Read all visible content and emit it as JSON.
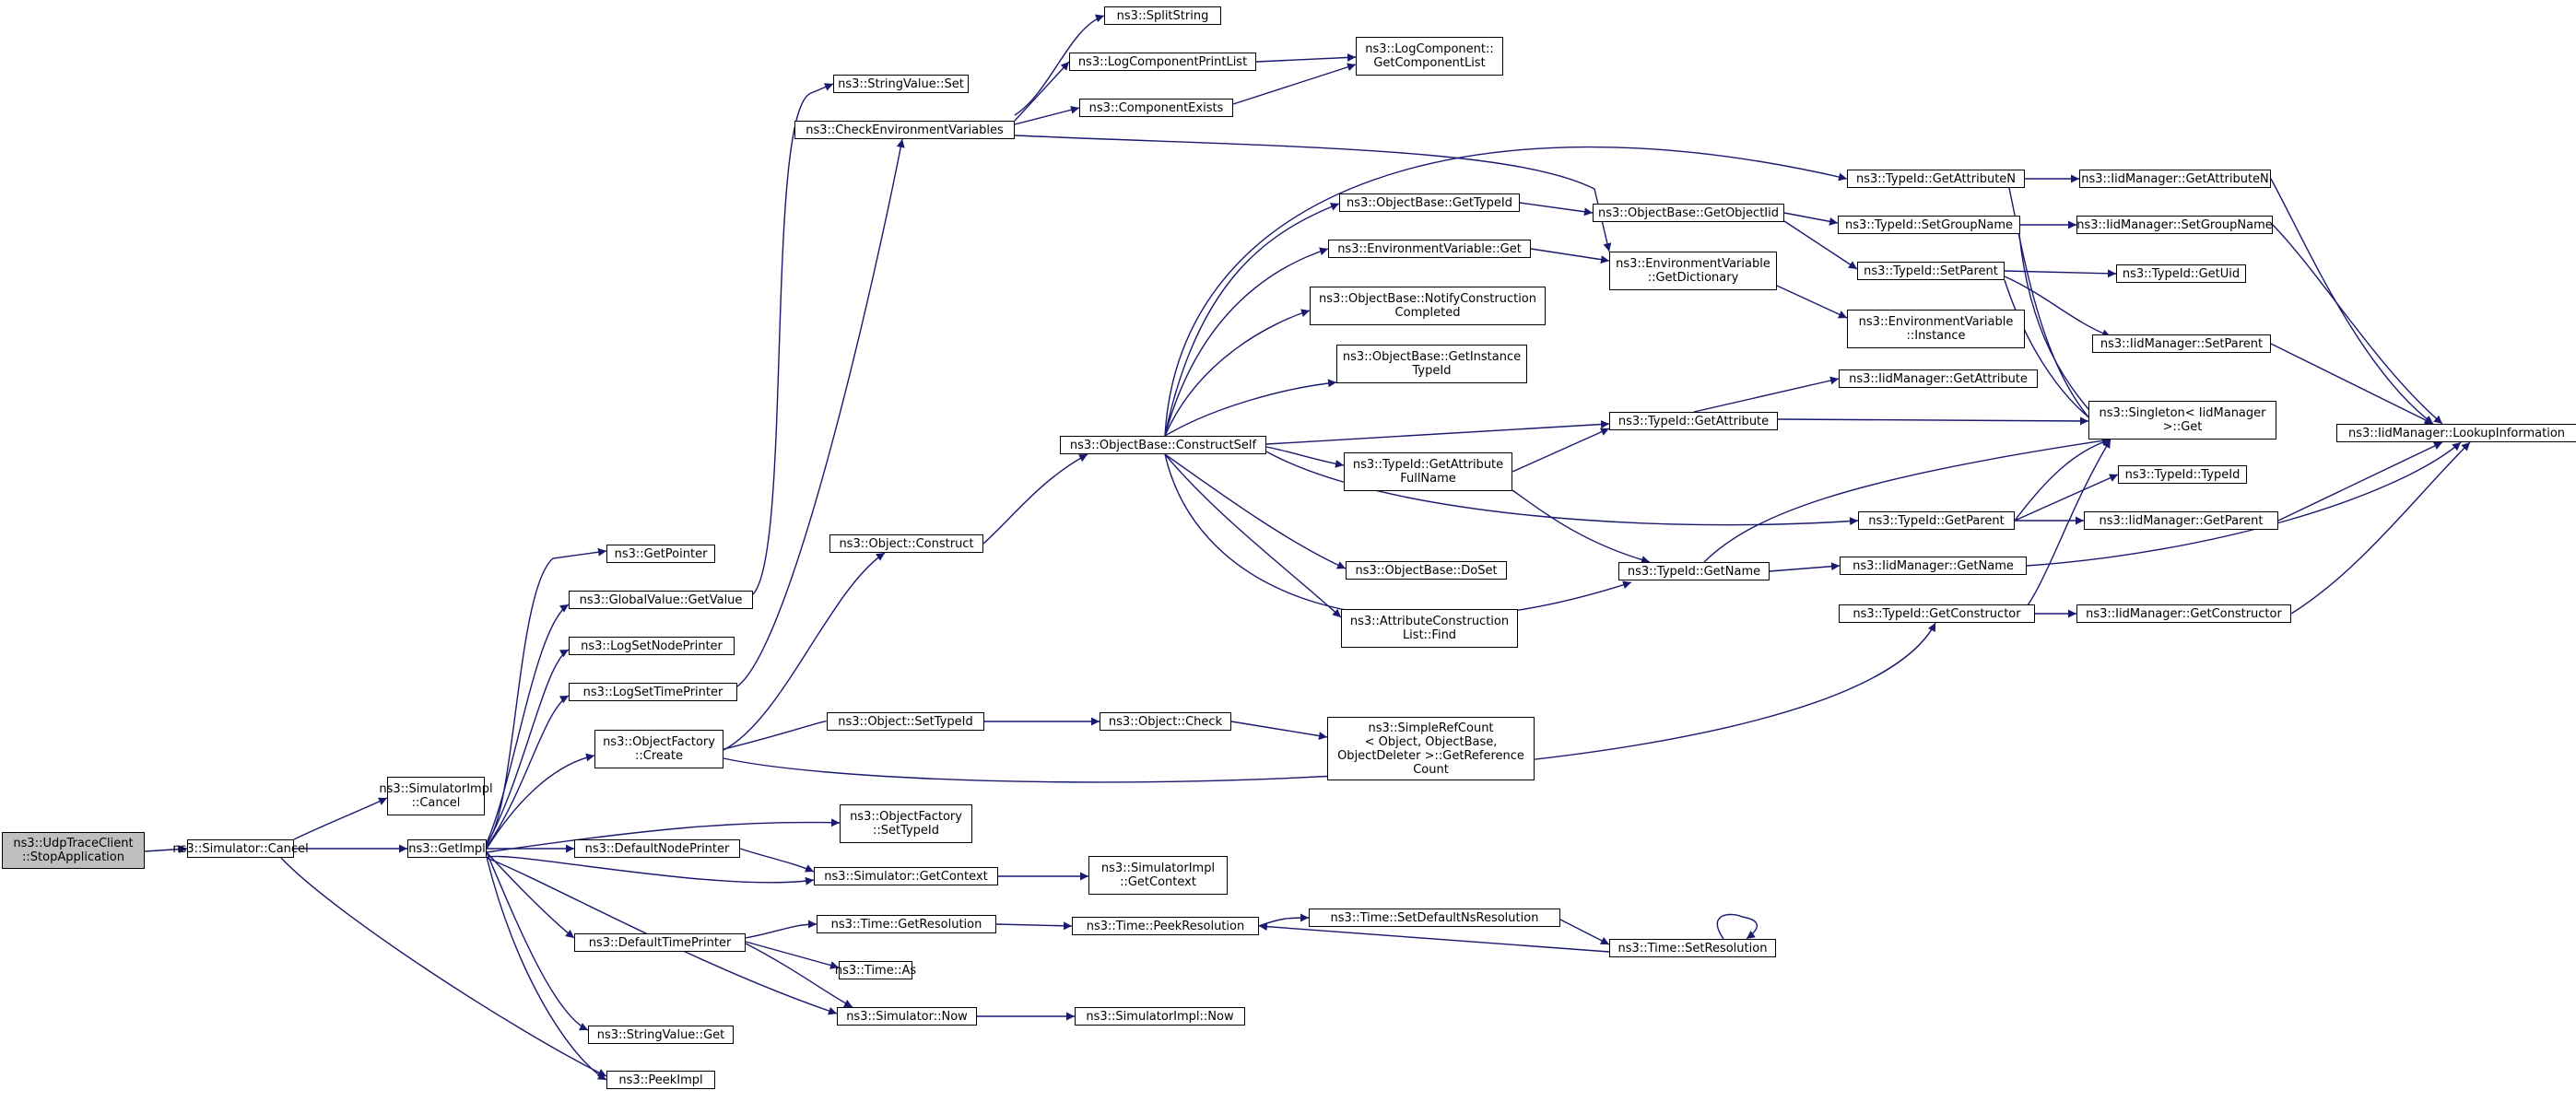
{
  "diagram": {
    "edge_color": "#191970",
    "root_fill": "#bfbfbf",
    "nodes": [
      {
        "id": "n1",
        "lines": [
          "ns3::UdpTraceClient",
          "::StopApplication"
        ]
      },
      {
        "id": "n2",
        "lines": [
          "ns3::Simulator::Cancel"
        ]
      },
      {
        "id": "n3",
        "lines": [
          "ns3::SimulatorImpl",
          "::Cancel"
        ]
      },
      {
        "id": "n4",
        "lines": [
          "ns3::GetImpl"
        ]
      },
      {
        "id": "n5",
        "lines": [
          "ns3::PeekImpl"
        ]
      },
      {
        "id": "n6",
        "lines": [
          "ns3::GetPointer"
        ]
      },
      {
        "id": "n7",
        "lines": [
          "ns3::GlobalValue::GetValue"
        ]
      },
      {
        "id": "n8",
        "lines": [
          "ns3::LogSetNodePrinter"
        ]
      },
      {
        "id": "n9",
        "lines": [
          "ns3::LogSetTimePrinter"
        ]
      },
      {
        "id": "n10",
        "lines": [
          "ns3::ObjectFactory",
          "::Create"
        ]
      },
      {
        "id": "n11",
        "lines": [
          "ns3::DefaultNodePrinter"
        ]
      },
      {
        "id": "n12",
        "lines": [
          "ns3::DefaultTimePrinter"
        ]
      },
      {
        "id": "n13",
        "lines": [
          "ns3::StringValue::Get"
        ]
      },
      {
        "id": "n14",
        "lines": [
          "ns3::StringValue::Set"
        ]
      },
      {
        "id": "n15",
        "lines": [
          "ns3::CheckEnvironmentVariables"
        ]
      },
      {
        "id": "n16",
        "lines": [
          "ns3::Object::Construct"
        ]
      },
      {
        "id": "n17",
        "lines": [
          "ns3::Object::SetTypeId"
        ]
      },
      {
        "id": "n18",
        "lines": [
          "ns3::ObjectFactory",
          "::SetTypeId"
        ]
      },
      {
        "id": "n19",
        "lines": [
          "ns3::Simulator::GetContext"
        ]
      },
      {
        "id": "n20",
        "lines": [
          "ns3::Time::GetResolution"
        ]
      },
      {
        "id": "n21",
        "lines": [
          "ns3::Time::As"
        ]
      },
      {
        "id": "n22",
        "lines": [
          "ns3::Simulator::Now"
        ]
      },
      {
        "id": "n23",
        "lines": [
          "ns3::SplitString"
        ]
      },
      {
        "id": "n24",
        "lines": [
          "ns3::LogComponentPrintList"
        ]
      },
      {
        "id": "n25",
        "lines": [
          "ns3::ComponentExists"
        ]
      },
      {
        "id": "n26",
        "lines": [
          "ns3::LogComponent::",
          "GetComponentList"
        ]
      },
      {
        "id": "n27",
        "lines": [
          "ns3::ObjectBase::ConstructSelf"
        ]
      },
      {
        "id": "n28",
        "lines": [
          "ns3::Object::Check"
        ]
      },
      {
        "id": "n29",
        "lines": [
          "ns3::SimulatorImpl",
          "::GetContext"
        ]
      },
      {
        "id": "n30",
        "lines": [
          "ns3::Time::PeekResolution"
        ]
      },
      {
        "id": "n31",
        "lines": [
          "ns3::SimulatorImpl::Now"
        ]
      },
      {
        "id": "n32",
        "lines": [
          "ns3::ObjectBase::GetTypeId"
        ]
      },
      {
        "id": "n33",
        "lines": [
          "ns3::EnvironmentVariable::Get"
        ]
      },
      {
        "id": "n34",
        "lines": [
          "ns3::ObjectBase::NotifyConstruction",
          "Completed"
        ]
      },
      {
        "id": "n35",
        "lines": [
          "ns3::ObjectBase::GetInstance",
          "TypeId"
        ]
      },
      {
        "id": "n36",
        "lines": [
          "ns3::TypeId::GetAttribute",
          "FullName"
        ]
      },
      {
        "id": "n37",
        "lines": [
          "ns3::ObjectBase::DoSet"
        ]
      },
      {
        "id": "n38",
        "lines": [
          "ns3::AttributeConstruction",
          "List::Find"
        ]
      },
      {
        "id": "n39",
        "lines": [
          "ns3::SimpleRefCount",
          "< Object, ObjectBase,",
          "ObjectDeleter >::GetReference",
          "Count"
        ]
      },
      {
        "id": "n40",
        "lines": [
          "ns3::Time::SetDefaultNsResolution"
        ]
      },
      {
        "id": "n41",
        "lines": [
          "ns3::ObjectBase::GetObjectIid"
        ]
      },
      {
        "id": "n42",
        "lines": [
          "ns3::EnvironmentVariable",
          "::GetDictionary"
        ]
      },
      {
        "id": "n43",
        "lines": [
          "ns3::TypeId::GetAttribute"
        ]
      },
      {
        "id": "n44",
        "lines": [
          "ns3::TypeId::GetName"
        ]
      },
      {
        "id": "n45",
        "lines": [
          "ns3::Time::SetResolution"
        ]
      },
      {
        "id": "n46",
        "lines": [
          "ns3::TypeId::GetAttributeN"
        ]
      },
      {
        "id": "n47",
        "lines": [
          "ns3::TypeId::SetGroupName"
        ]
      },
      {
        "id": "n48",
        "lines": [
          "ns3::TypeId::SetParent"
        ]
      },
      {
        "id": "n49",
        "lines": [
          "ns3::EnvironmentVariable",
          "::Instance"
        ]
      },
      {
        "id": "n50",
        "lines": [
          "ns3::IidManager::GetAttribute"
        ]
      },
      {
        "id": "n51",
        "lines": [
          "ns3::TypeId::GetParent"
        ]
      },
      {
        "id": "n52",
        "lines": [
          "ns3::IidManager::GetName"
        ]
      },
      {
        "id": "n53",
        "lines": [
          "ns3::TypeId::GetConstructor"
        ]
      },
      {
        "id": "n54",
        "lines": [
          "ns3::IidManager::GetAttributeN"
        ]
      },
      {
        "id": "n55",
        "lines": [
          "ns3::IidManager::SetGroupName"
        ]
      },
      {
        "id": "n56",
        "lines": [
          "ns3::TypeId::GetUid"
        ]
      },
      {
        "id": "n57",
        "lines": [
          "ns3::IidManager::SetParent"
        ]
      },
      {
        "id": "n58",
        "lines": [
          "ns3::Singleton< IidManager",
          ">::Get"
        ]
      },
      {
        "id": "n59",
        "lines": [
          "ns3::TypeId::TypeId"
        ]
      },
      {
        "id": "n60",
        "lines": [
          "ns3::IidManager::GetParent"
        ]
      },
      {
        "id": "n61",
        "lines": [
          "ns3::IidManager::GetConstructor"
        ]
      },
      {
        "id": "n62",
        "lines": [
          "ns3::IidManager::LookupInformation"
        ]
      }
    ]
  }
}
